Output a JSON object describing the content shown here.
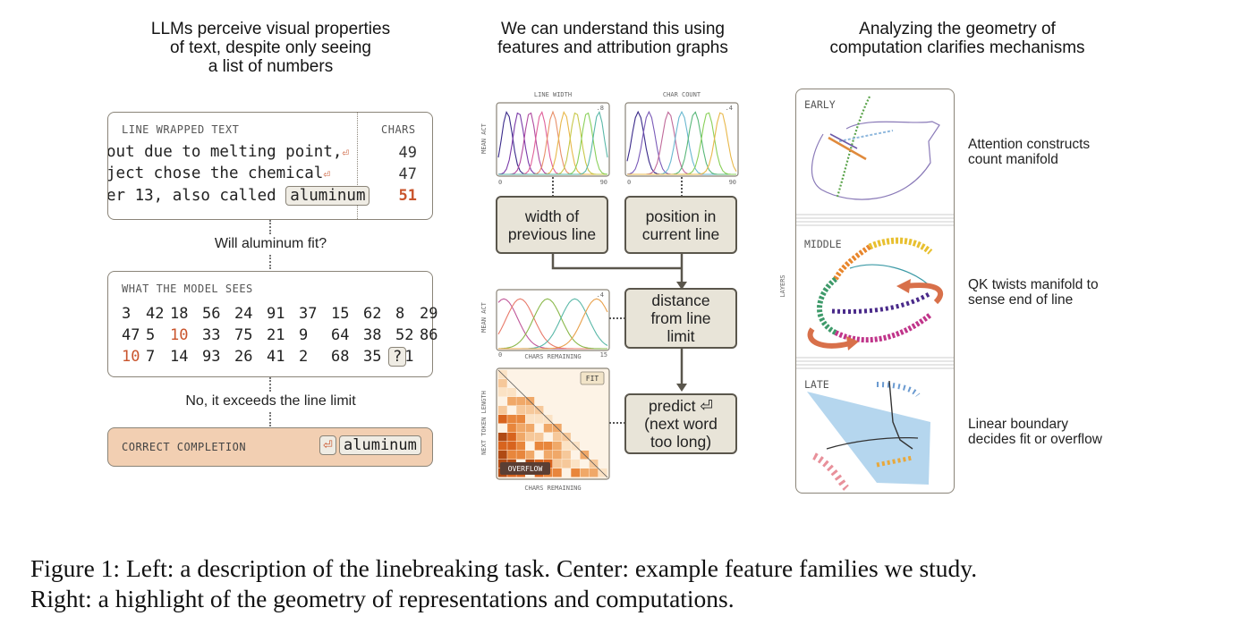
{
  "left": {
    "title": [
      "LLMs perceive visual properties",
      "of text, despite only seeing",
      "a list of numbers"
    ],
    "wrap_box": {
      "header": "LINE WRAPPED TEXT",
      "chars_header": "CHARS",
      "lines": [
        {
          "text": "out due to melting point,",
          "chars": "49"
        },
        {
          "text": "ject chose the chemical",
          "chars": "47"
        },
        {
          "text": "er 13, also called ",
          "token": "aluminum",
          "chars": "51"
        }
      ]
    },
    "question": "Will aluminum fit?",
    "model_box": {
      "header": "WHAT THE MODEL SEES",
      "rows": [
        [
          "3",
          "42",
          "18",
          "56",
          "24",
          "91",
          "37",
          "15",
          "62",
          "8",
          "29"
        ],
        [
          "47",
          "5",
          "10",
          "33",
          "75",
          "21",
          "9",
          "64",
          "38",
          "52",
          "86"
        ],
        [
          "10",
          "7",
          "14",
          "93",
          "26",
          "41",
          "2",
          "68",
          "35",
          "71",
          "?"
        ]
      ]
    },
    "answer": "No, it exceeds the line limit",
    "completion": {
      "label": "CORRECT COMPLETION",
      "token": "aluminum"
    }
  },
  "center": {
    "title": [
      "We can understand this using",
      "features and attribution graphs"
    ],
    "chart1": {
      "title": "LINE WIDTH",
      "ylabel": "MEAN ACT",
      "xmin": "0",
      "xmax": "90",
      "ymax": ".8"
    },
    "chart2": {
      "title": "CHAR COUNT",
      "xmin": "0",
      "xmax": "90",
      "ymax": ".4"
    },
    "chart3": {
      "ylabel": "MEAN ACT",
      "xlabel": "CHARS REMAINING",
      "xmin": "0",
      "xmax": "15",
      "ymax": ".4"
    },
    "chart4": {
      "ylabel": "NEXT TOKEN LENGTH",
      "xlabel": "CHARS REMAINING",
      "fit": "FIT",
      "overflow": "OVERFLOW"
    },
    "nodes": {
      "width": [
        "width of",
        "previous line"
      ],
      "position": [
        "position in",
        "current line"
      ],
      "distance": [
        "distance",
        "from line",
        "limit"
      ],
      "predict": [
        "predict ⏎",
        "(next word",
        "too long)"
      ]
    }
  },
  "right": {
    "title": [
      "Analyzing the geometry of",
      "computation clarifies mechanisms"
    ],
    "layers_label": "LAYERS",
    "panels": [
      {
        "tag": "EARLY",
        "caption": [
          "Attention constructs",
          "count manifold"
        ]
      },
      {
        "tag": "MIDDLE",
        "caption": [
          "QK twists manifold to",
          "sense end of line"
        ]
      },
      {
        "tag": "LATE",
        "caption": [
          "Linear boundary",
          "decides fit or overflow"
        ]
      }
    ]
  },
  "caption": [
    "Figure 1: Left: a description of the linebreaking task. Center: example feature families we study.",
    "Right: a highlight of the geometry of representations and computations."
  ],
  "colors": {
    "accent": "#c9542c",
    "box_border": "#8a8478",
    "node_fill": "#e8e4d8",
    "completion_fill": "#f2cfb2"
  }
}
